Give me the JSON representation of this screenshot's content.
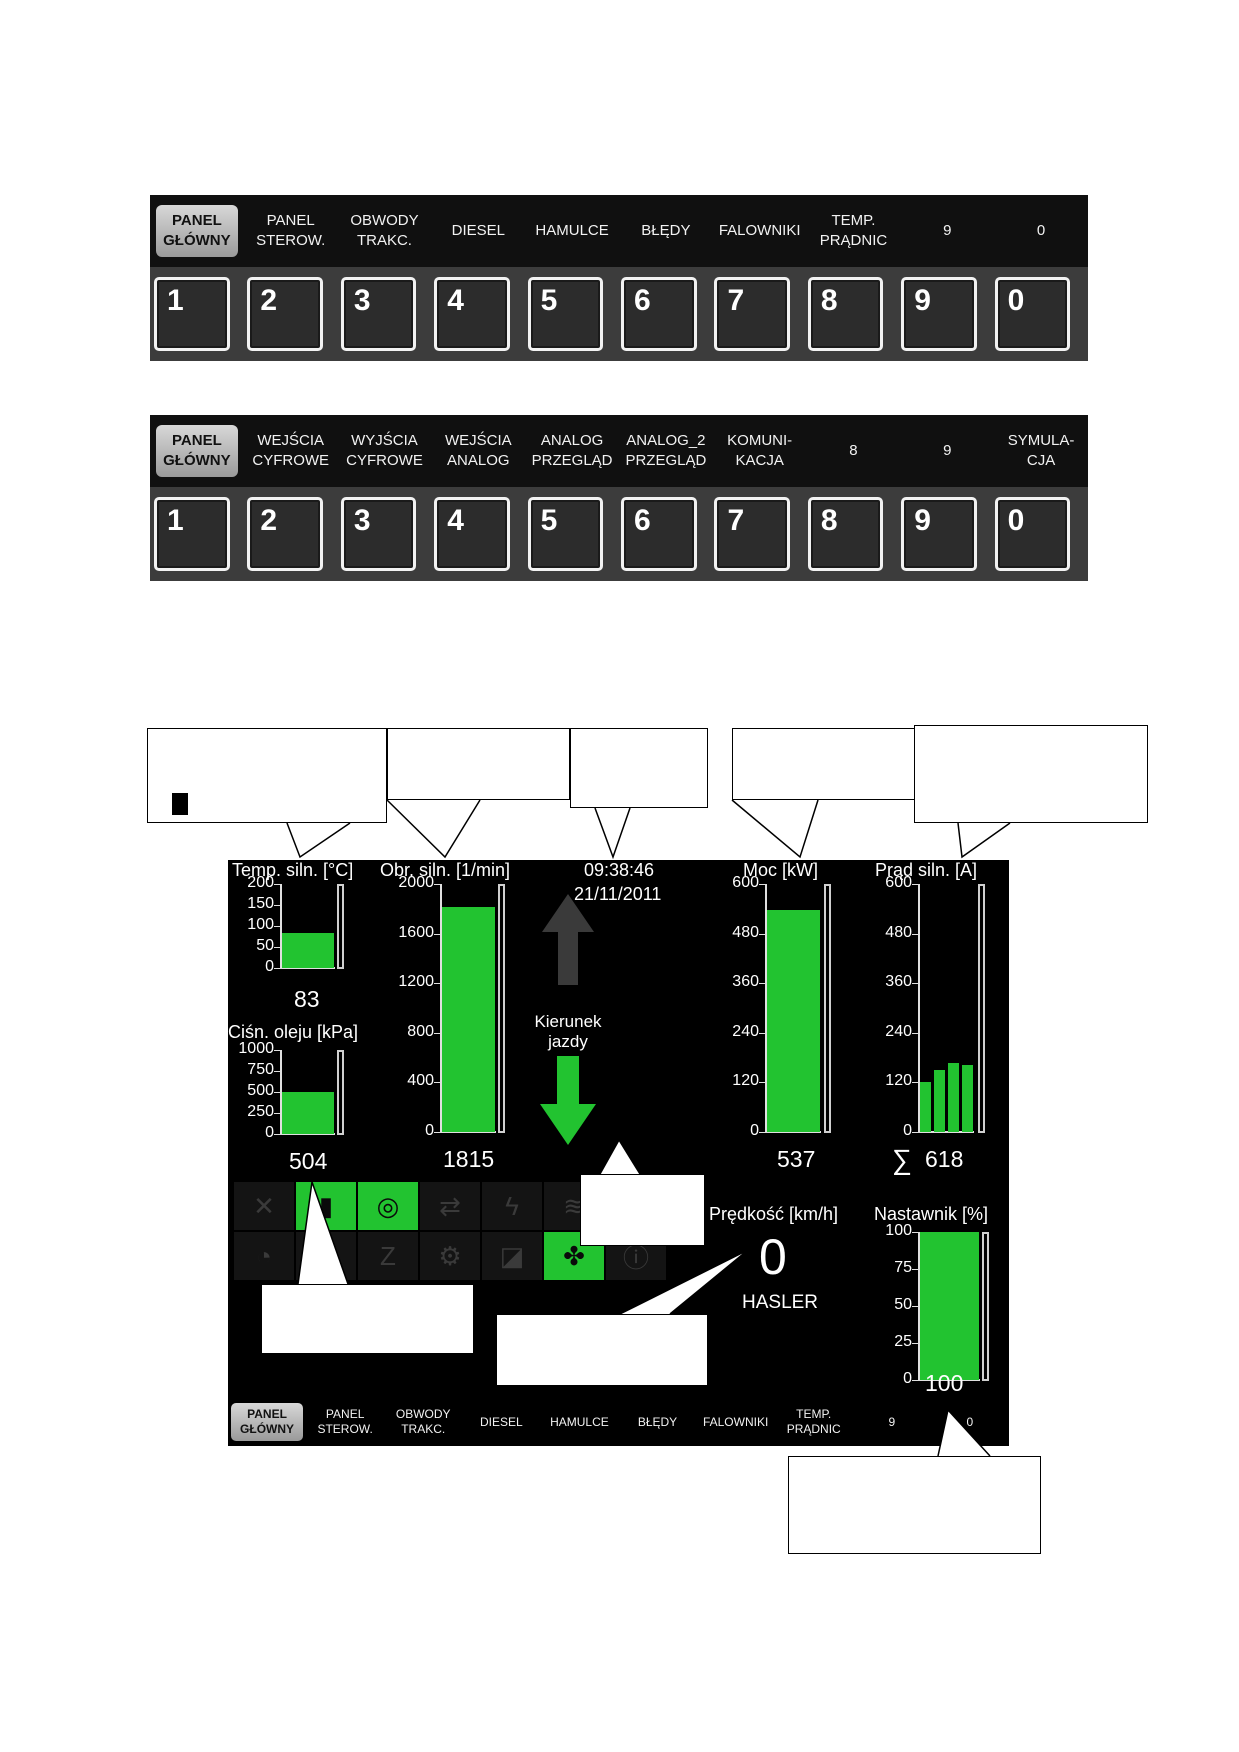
{
  "menu_a": {
    "tabs": [
      "PANEL\nGŁÓWNY",
      "PANEL\nSTEROW.",
      "OBWODY\nTRAKC.",
      "DIESEL",
      "HAMULCE",
      "BŁĘDY",
      "FALOWNIKI",
      "TEMP.\nPRĄDNIC",
      "9",
      "0"
    ],
    "keys": [
      "1",
      "2",
      "3",
      "4",
      "5",
      "6",
      "7",
      "8",
      "9",
      "0"
    ]
  },
  "menu_b": {
    "tabs": [
      "PANEL\nGŁÓWNY",
      "WEJŚCIA\nCYFROWE",
      "WYJŚCIA\nCYFROWE",
      "WEJŚCIA\nANALOG",
      "ANALOG\nPRZEGLĄD",
      "ANALOG_2\nPRZEGLĄD",
      "KOMUNI-\nKACJA",
      "8",
      "9",
      "SYMULA-\nCJA"
    ],
    "keys": [
      "1",
      "2",
      "3",
      "4",
      "5",
      "6",
      "7",
      "8",
      "9",
      "0"
    ]
  },
  "screen": {
    "time": "09:38:46",
    "date": "21/11/2011",
    "direction_label": "Kierunek\njazdy",
    "temp": {
      "label": "Temp. siln. [°C]",
      "ticks": [
        "200",
        "150",
        "100",
        "50",
        "0"
      ],
      "value": "83",
      "level": 0.415
    },
    "oil": {
      "label": "Ciśn. oleju [kPa]",
      "ticks": [
        "1000",
        "750",
        "500",
        "250",
        "0"
      ],
      "value": "504",
      "level": 0.504
    },
    "rpm": {
      "label": "Obr. siln. [1/min]",
      "ticks": [
        "2000",
        "1600",
        "1200",
        "800",
        "400",
        "0"
      ],
      "value": "1815",
      "level": 0.9075
    },
    "power": {
      "label": "Moc [kW]",
      "ticks": [
        "600",
        "480",
        "360",
        "240",
        "120",
        "0"
      ],
      "value": "537",
      "level": 0.895
    },
    "current": {
      "label": "Prąd siln. [A]",
      "ticks": [
        "600",
        "480",
        "360",
        "240",
        "120",
        "0"
      ],
      "sum_symbol": "∑",
      "value": "618",
      "bars": [
        0.2,
        0.25,
        0.28,
        0.27
      ]
    },
    "speed": {
      "label": "Prędkość [km/h]",
      "value": "0",
      "brand": "HASLER"
    },
    "controller": {
      "label": "Nastawnik [%]",
      "ticks": [
        "100",
        "75",
        "50",
        "25",
        "0"
      ],
      "value": "100",
      "level": 1.0
    },
    "bottom_tabs": [
      "PANEL\nGŁÓWNY",
      "PANEL\nSTEROW.",
      "OBWODY\nTRAKC.",
      "DIESEL",
      "HAMULCE",
      "BŁĘDY",
      "FALOWNIKI",
      "TEMP.\nPRĄDNIC",
      "9",
      "0"
    ]
  },
  "colors": {
    "bar": "#22c330",
    "screen_bg": "#000000"
  }
}
